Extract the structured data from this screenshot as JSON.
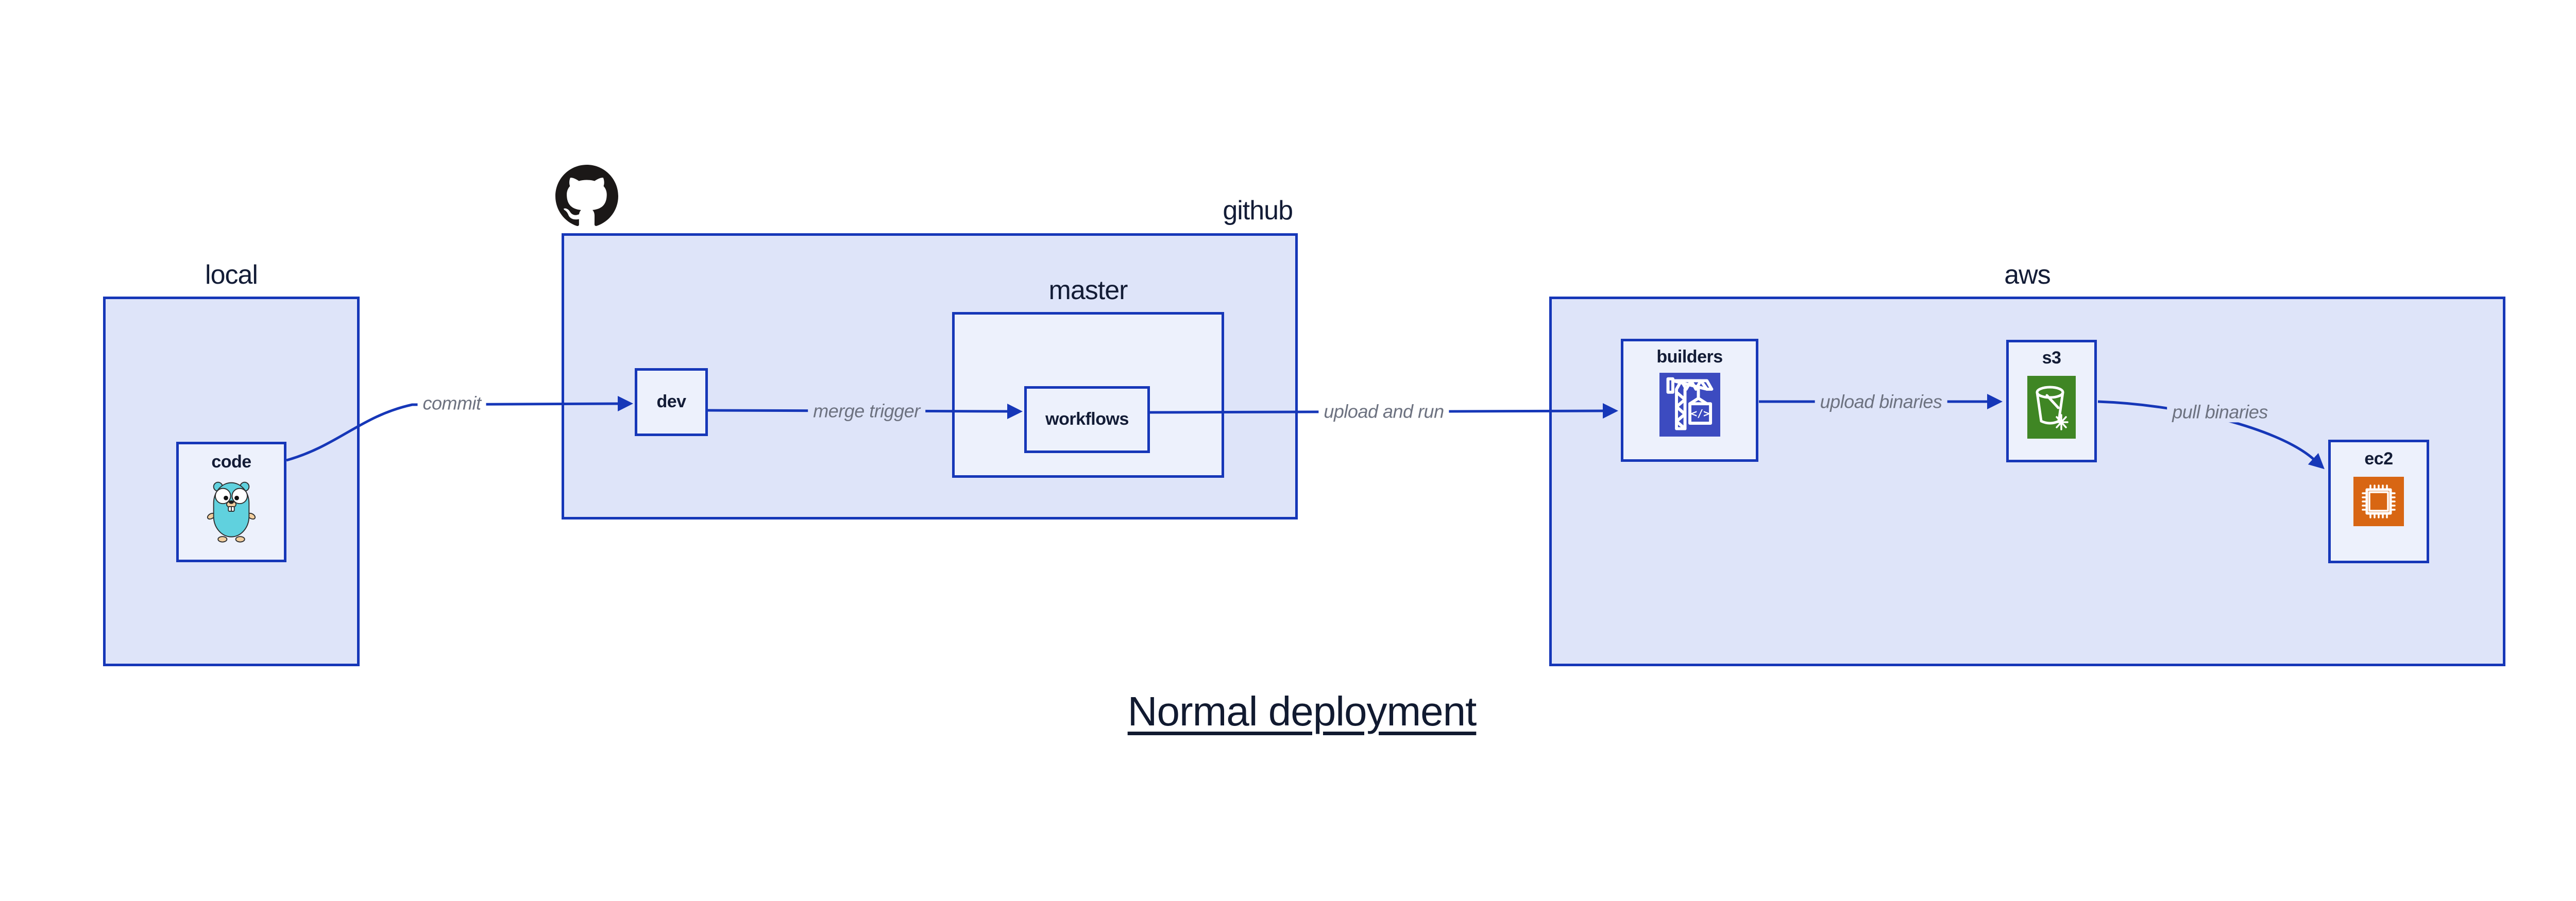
{
  "title": "Normal deployment",
  "colors": {
    "accent": "#1637b8",
    "container-fill": "#dee4f9",
    "node-fill": "#edf1fc",
    "label-navy": "#131c36",
    "edge-gray": "#6d7280",
    "builders-bg": "#3c4bc0",
    "s3-bg": "#3f8624",
    "ec2-bg": "#d86613",
    "github-black": "#1b1817",
    "gopher-teal": "#60d1de",
    "gopher-beige": "#f3cf9f",
    "page-bg": "#ffffff",
    "title-navy": "#111a30"
  },
  "containers": {
    "local": {
      "label": "local"
    },
    "github": {
      "label": "github"
    },
    "master": {
      "label": "master"
    },
    "aws": {
      "label": "aws"
    }
  },
  "nodes": {
    "code": {
      "label": "code",
      "icon": "go-gopher-icon"
    },
    "dev": {
      "label": "dev"
    },
    "workflows": {
      "label": "workflows"
    },
    "builders": {
      "label": "builders",
      "icon": "codebuild-crane-icon"
    },
    "s3": {
      "label": "s3",
      "icon": "s3-glacier-bucket-icon"
    },
    "ec2": {
      "label": "ec2",
      "icon": "ec2-chip-icon"
    }
  },
  "edges": [
    {
      "from": "code",
      "to": "dev",
      "label": "commit"
    },
    {
      "from": "dev",
      "to": "workflows",
      "label": "merge trigger"
    },
    {
      "from": "workflows",
      "to": "builders",
      "label": "upload and run"
    },
    {
      "from": "builders",
      "to": "s3",
      "label": "upload binaries"
    },
    {
      "from": "s3",
      "to": "ec2",
      "label": "pull binaries"
    }
  ],
  "icons": {
    "builders_code_glyph": "</>"
  }
}
